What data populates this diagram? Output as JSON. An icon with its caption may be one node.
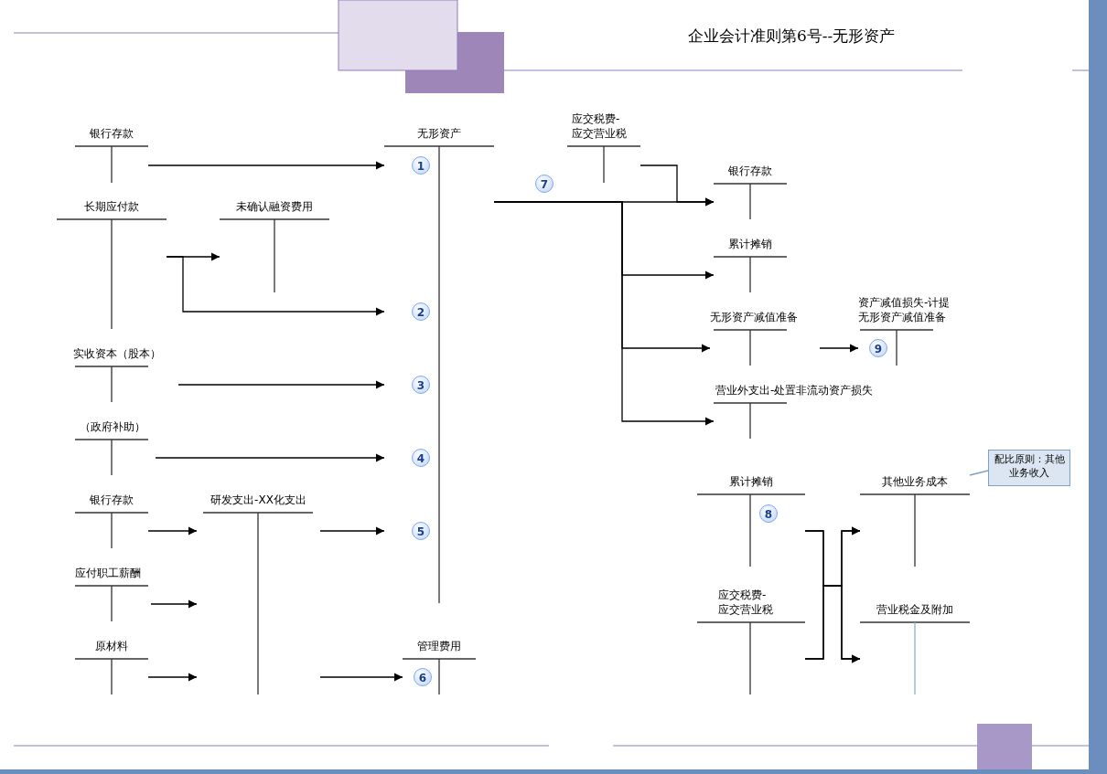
{
  "diagram": {
    "title": "企业会计准则第6号--无形资产",
    "nodes": [
      {
        "text": [
          "银行存款"
        ]
      },
      {
        "text": [
          "无形资产"
        ]
      },
      {
        "text": [
          "应交税费-应交营业税"
        ]
      },
      {
        "text": [
          "银行存款"
        ]
      },
      {
        "text": [
          "长期应付款"
        ]
      },
      {
        "text": [
          "未确认融资费用"
        ]
      },
      {
        "text": [
          "累计摊销"
        ]
      },
      {
        "text": [
          "无形资产减值准备"
        ]
      },
      {
        "text": [
          "资产减值损失-计提无形资产减值准备"
        ]
      },
      {
        "text": [
          "实收资本（股本）"
        ]
      },
      {
        "text": [
          "营业外支出-处置非流动资产损失"
        ]
      },
      {
        "text": [
          "（政府补助）"
        ]
      },
      {
        "text": [
          "累计摊销"
        ]
      },
      {
        "text": [
          "其他业务成本"
        ]
      },
      {
        "text": [
          "银行存款"
        ]
      },
      {
        "text": [
          "研发支出-XX化支出"
        ]
      },
      {
        "text": [
          "应付职工薪酬"
        ]
      },
      {
        "text": [
          "应交税费-应交营业税"
        ]
      },
      {
        "text": [
          "营业税金及附加"
        ]
      },
      {
        "text": [
          "原材料"
        ]
      },
      {
        "text": [
          "管理费用"
        ]
      },
      {
        "text": [
          "配比原则：其他业务收入"
        ]
      }
    ],
    "edges": [
      {
        "from": 0,
        "to": 1,
        "arrow": "to",
        "label": "1"
      },
      {
        "from": 4,
        "to": 5,
        "arrow": "to"
      },
      {
        "from": 4,
        "to": 1,
        "arrow": "to",
        "label": "2"
      },
      {
        "from": 9,
        "to": 1,
        "arrow": "to",
        "label": "3"
      },
      {
        "from": 11,
        "to": 1,
        "arrow": "to",
        "label": "4"
      },
      {
        "from": 14,
        "to": 15,
        "arrow": "to"
      },
      {
        "from": 16,
        "to": 15,
        "arrow": "to"
      },
      {
        "from": 19,
        "to": 15,
        "arrow": "to"
      },
      {
        "from": 15,
        "to": 1,
        "arrow": "to",
        "label": "5"
      },
      {
        "from": 15,
        "to": 20,
        "arrow": "to",
        "label": "6"
      },
      {
        "from": 1,
        "to": 3,
        "arrow": "to",
        "label": "7"
      },
      {
        "from": 2,
        "to": 3,
        "arrow": "to"
      },
      {
        "from": 1,
        "to": 6,
        "arrow": "to"
      },
      {
        "from": 1,
        "to": 7,
        "arrow": "to"
      },
      {
        "from": 1,
        "to": 10,
        "arrow": "to"
      },
      {
        "from": 7,
        "to": 8,
        "arrow": "to",
        "label": "9"
      },
      {
        "from": 12,
        "to": 13,
        "arrow": "to",
        "label": "8"
      },
      {
        "from": 12,
        "to": 18,
        "arrow": "to"
      },
      {
        "from": 17,
        "to": 13,
        "arrow": "to"
      },
      {
        "from": 17,
        "to": 18,
        "arrow": "to"
      },
      {
        "from": 21,
        "to": 13,
        "arrow": "none",
        "color": "#7f9fc4"
      }
    ]
  }
}
